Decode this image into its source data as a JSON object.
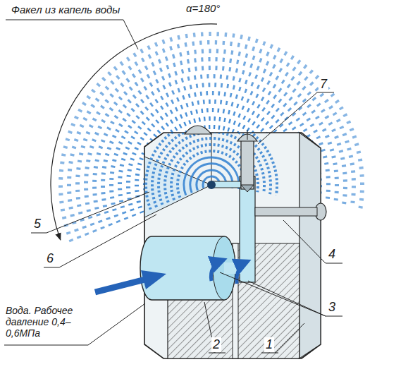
{
  "diagram": {
    "labels": [
      "Факел из капель воды",
      "α=180°",
      "7",
      "5",
      "6",
      "4",
      "3",
      "2",
      "1",
      "Вода. Рабочее давление 0,4–0,6МПа"
    ]
  }
}
